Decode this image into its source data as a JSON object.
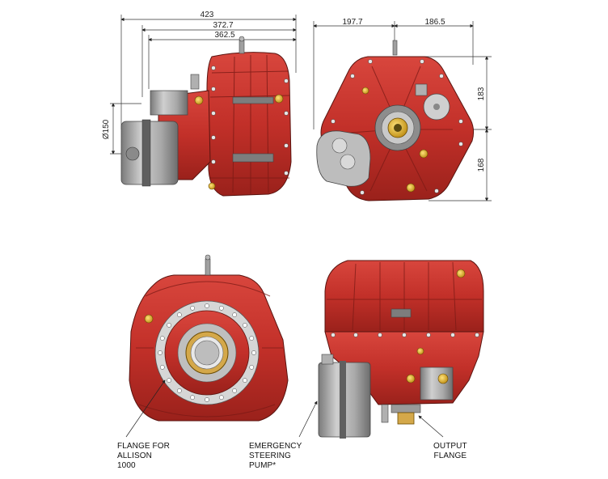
{
  "dimensions": {
    "overall_length": "423",
    "length_2": "372.7",
    "length_3": "362.5",
    "pump_diameter": "Ø150",
    "width_left": "197.7",
    "width_right": "186.5",
    "height_upper": "183",
    "height_lower": "168"
  },
  "callouts": {
    "flange_allison": [
      "FLANGE FOR",
      "ALLISON",
      "1000"
    ],
    "emergency_pump": [
      "EMERGENCY",
      "STEERING",
      "PUMP*"
    ],
    "output_flange": [
      "OUTPUT",
      "FLANGE"
    ]
  },
  "colors": {
    "housing_red": "#c8302a",
    "housing_dark": "#8e1d18",
    "motor_grey": "#9a9a9a",
    "brass": "#d4a017"
  }
}
